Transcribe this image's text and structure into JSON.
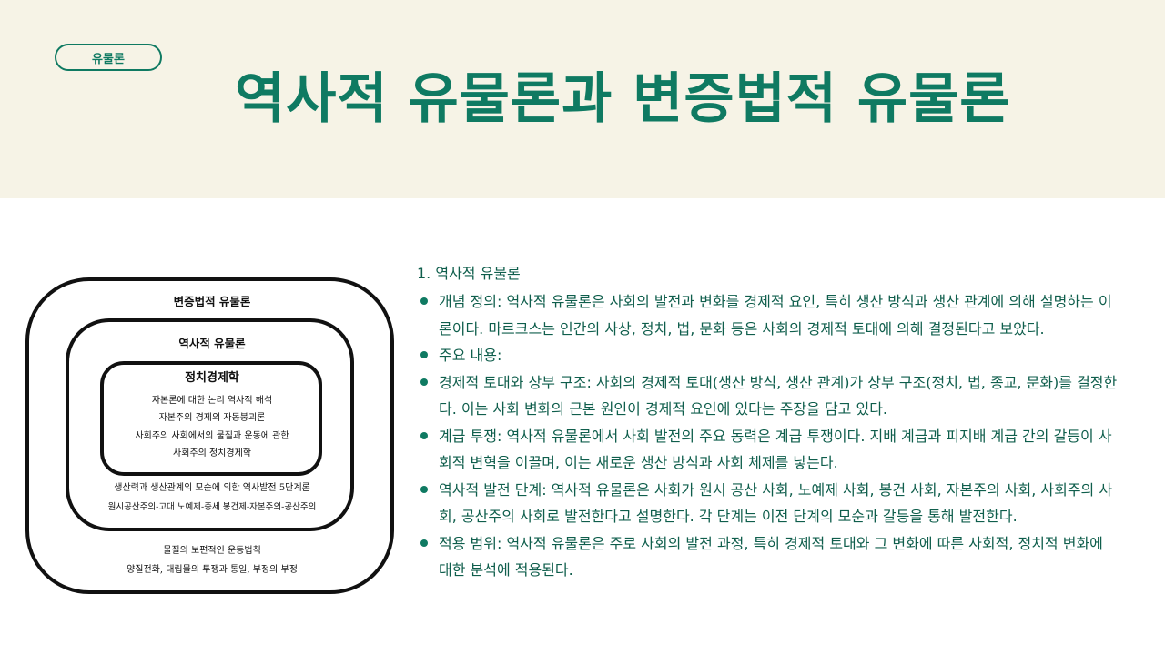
{
  "header": {
    "tag": "유물론",
    "title": "역사적 유물론과 변증법적 유물론"
  },
  "diagram": {
    "outer_title": "변증법적 유물론",
    "middle_title": "역사적 유물론",
    "inner_title": "정치경제학",
    "inner_lines": [
      "자본론에 대한 논리 역사적 해석",
      "자본주의 경제의 자동붕괴론",
      "사회주의 사회에서의 물질과 운동에 관한",
      "사회주의 정치경제학"
    ],
    "middle_lines": [
      "생산력과 생산관계의 모순에 의한 역사발전 5단계론",
      "원시공산주의-고대 노예제-중세 봉건제-자본주의-공산주의"
    ],
    "outer_lines": [
      "물질의 보편적인 운동법칙",
      "양질전화, 대립물의 투쟁과 통일, 부정의 부정"
    ]
  },
  "content": {
    "heading": "1. 역사적 유물론",
    "items": [
      "개념 정의: 역사적 유물론은 사회의 발전과 변화를 경제적 요인, 특히 생산 방식과 생산 관계에 의해 설명하는 이론이다. 마르크스는 인간의 사상, 정치, 법, 문화 등은 사회의 경제적 토대에 의해 결정된다고 보았다.",
      "주요 내용:",
      "경제적 토대와 상부 구조: 사회의 경제적 토대(생산 방식, 생산 관계)가 상부 구조(정치, 법, 종교, 문화)를 결정한다. 이는 사회 변화의 근본 원인이 경제적 요인에 있다는 주장을 담고 있다.",
      "계급 투쟁: 역사적 유물론에서 사회 발전의 주요 동력은 계급 투쟁이다. 지배 계급과 피지배 계급 간의 갈등이 사회적 변혁을 이끌며, 이는 새로운 생산 방식과 사회 체제를 낳는다.",
      "역사적 발전 단계: 역사적 유물론은 사회가 원시 공산 사회, 노예제 사회, 봉건 사회, 자본주의 사회, 사회주의 사회, 공산주의 사회로 발전한다고 설명한다. 각 단계는 이전 단계의 모순과 갈등을 통해 발전한다.",
      "적용 범위: 역사적 유물론은 주로 사회의 발전 과정, 특히 경제적 토대와 그 변화에 따른 사회적, 정치적 변화에 대한 분석에 적용된다."
    ]
  },
  "colors": {
    "accent": "#0f7a62",
    "header_bg": "#f6f3e6",
    "text": "#0f5e4c"
  }
}
